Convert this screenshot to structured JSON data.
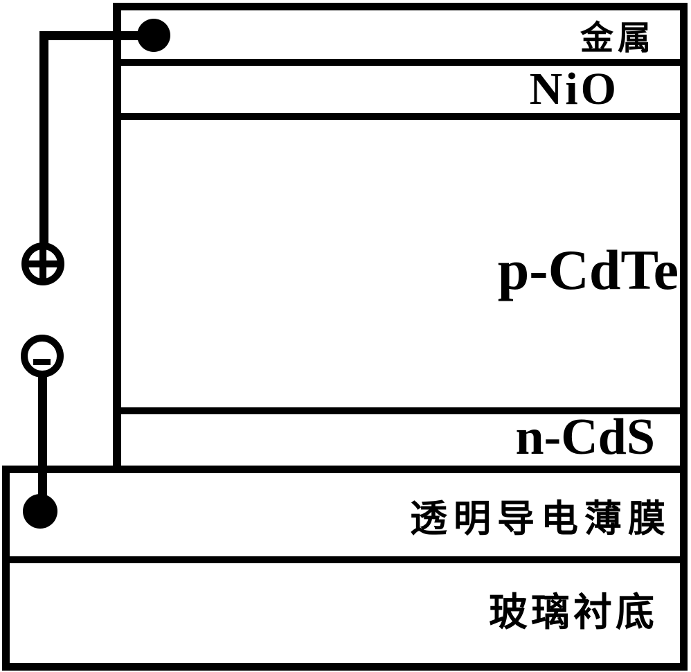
{
  "diagram": {
    "description": "Layered cross-section schematic of a thin-film solar cell with external circuit terminals",
    "stack_layers": [
      {
        "key": "metal",
        "label": "金属"
      },
      {
        "key": "nio",
        "label": "NiO"
      },
      {
        "key": "p_cdte",
        "label": "p-CdTe"
      },
      {
        "key": "n_cds",
        "label": "n-CdS"
      }
    ],
    "substrate_layers": [
      {
        "key": "tco",
        "label": "透明导电薄膜"
      },
      {
        "key": "glass",
        "label": "玻璃衬底"
      }
    ],
    "terminals": {
      "positive_symbol": "+",
      "negative_symbol": "−"
    },
    "colors": {
      "ink": "#000000",
      "background": "#ffffff"
    }
  }
}
